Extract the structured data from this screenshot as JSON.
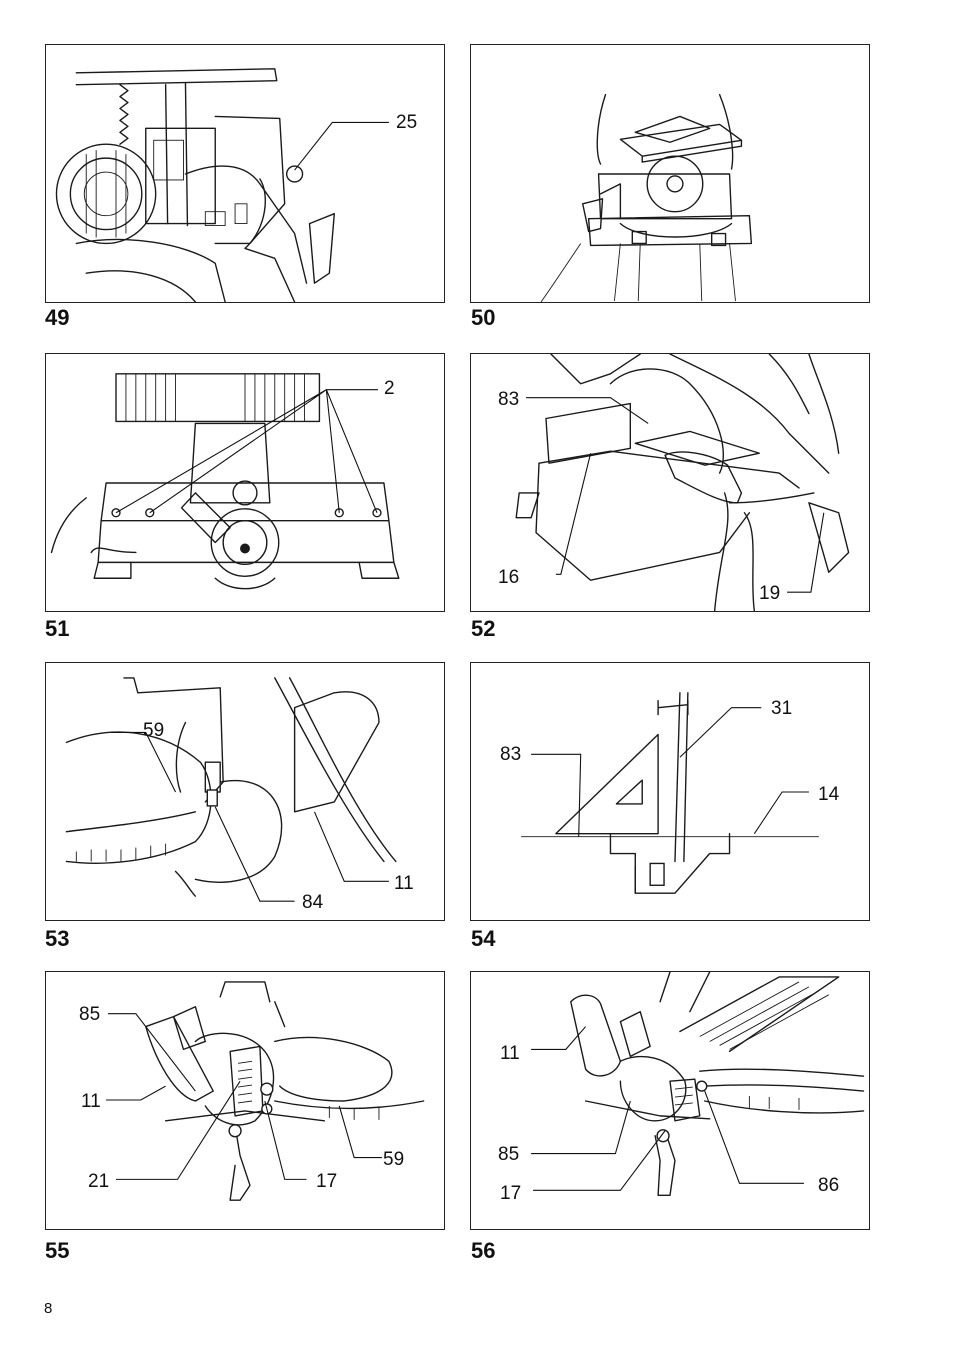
{
  "page_number": "8",
  "figures": [
    {
      "number": "49",
      "callouts": [
        "25"
      ]
    },
    {
      "number": "50",
      "callouts": []
    },
    {
      "number": "51",
      "callouts": [
        "2"
      ]
    },
    {
      "number": "52",
      "callouts": [
        "83",
        "16",
        "19"
      ]
    },
    {
      "number": "53",
      "callouts": [
        "59",
        "84",
        "11"
      ]
    },
    {
      "number": "54",
      "callouts": [
        "31",
        "83",
        "14"
      ]
    },
    {
      "number": "55",
      "callouts": [
        "85",
        "11",
        "21",
        "17",
        "59"
      ]
    },
    {
      "number": "56",
      "callouts": [
        "11",
        "85",
        "17",
        "86"
      ]
    }
  ]
}
